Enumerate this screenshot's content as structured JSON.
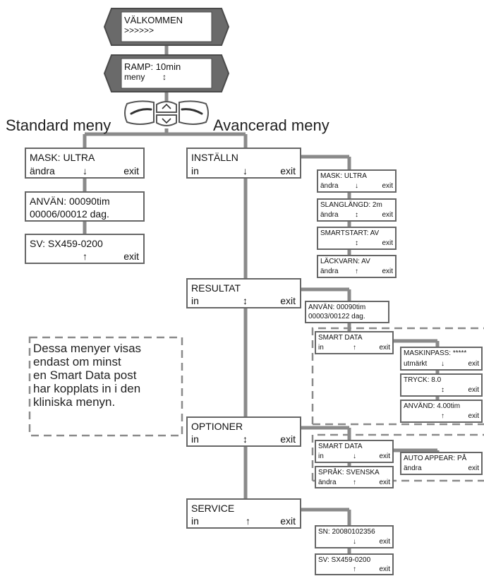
{
  "device": {
    "welcome": {
      "line1": "VÄLKOMMEN",
      "line2": ">>>>>>"
    },
    "ramp": {
      "line1": "RAMP: 10min",
      "line2_left": "meny",
      "line2_arrow": "↕"
    }
  },
  "headings": {
    "standard": "Standard meny",
    "advanced": "Avancerad meny"
  },
  "standard_menu": [
    {
      "l1": "MASK: ULTRA",
      "l2a": "ändra",
      "l2b": "↓",
      "l2c": "exit"
    },
    {
      "l1": "ANVÄN: 00090tim",
      "l2a": "00006/00012 dag.",
      "l2b": "",
      "l2c": ""
    },
    {
      "l1": "SV: SX459-0200",
      "l2a": "",
      "l2b": "↑",
      "l2c": "exit"
    }
  ],
  "advanced_menu": [
    {
      "l1": "INSTÄLLN",
      "l2a": "in",
      "l2b": "↓",
      "l2c": "exit"
    },
    {
      "l1": "RESULTAT",
      "l2a": "in",
      "l2b": "↕",
      "l2c": "exit"
    },
    {
      "l1": "OPTIONER",
      "l2a": "in",
      "l2b": "↕",
      "l2c": "exit"
    },
    {
      "l1": "SERVICE",
      "l2a": "in",
      "l2b": "↑",
      "l2c": "exit"
    }
  ],
  "installn_sub": [
    {
      "l1": "MASK: ULTRA",
      "l2a": "ändra",
      "l2b": "↓",
      "l2c": "exit"
    },
    {
      "l1": "SLANGLÄNGD: 2m",
      "l2a": "ändra",
      "l2b": "↕",
      "l2c": "exit"
    },
    {
      "l1": "SMARTSTART: AV",
      "l2a": "",
      "l2b": "↕",
      "l2c": "exit"
    },
    {
      "l1": "LÄCKVARN: AV",
      "l2a": "ändra",
      "l2b": "↑",
      "l2c": "exit"
    }
  ],
  "resultat_sub": [
    {
      "l1": "ANVÄN: 00090tim",
      "l2a": "00003/00122 dag.",
      "l2b": "",
      "l2c": ""
    },
    {
      "l1": "SMART DATA",
      "l2a": "in",
      "l2b": "↑",
      "l2c": "exit"
    }
  ],
  "smartdata_sub": [
    {
      "l1": "MASKINPASS: *****",
      "l2a": "utmärkt",
      "l2b": "↓",
      "l2c": "exit"
    },
    {
      "l1": "TRYCK: 8.0",
      "l2a": "",
      "l2b": "↕",
      "l2c": "exit"
    },
    {
      "l1": "ANVÄND: 4.00tim",
      "l2a": "",
      "l2b": "↑",
      "l2c": "exit"
    }
  ],
  "optioner_sub": [
    {
      "l1": "SMART DATA",
      "l2a": "in",
      "l2b": "↓",
      "l2c": "exit"
    },
    {
      "l1": "SPRÅK: SVENSKA",
      "l2a": "ändra",
      "l2b": "↑",
      "l2c": "exit"
    }
  ],
  "auto_appear": {
    "l1": "AUTO APPEAR: PÅ",
    "l2a": "ändra",
    "l2b": "",
    "l2c": "exit"
  },
  "service_sub": [
    {
      "l1": "SN: 20080102356",
      "l2a": "",
      "l2b": "↓",
      "l2c": "exit"
    },
    {
      "l1": "SV: SX459-0200",
      "l2a": "",
      "l2b": "↑",
      "l2c": "exit"
    }
  ],
  "note": {
    "lines": [
      "Dessa menyer visas",
      "endast om minst",
      "en Smart Data post",
      "har kopplats in i den",
      "kliniska menyn."
    ]
  },
  "colors": {
    "connector": "#8a8a8a",
    "device_body": "#6a6a6a",
    "screen": "#ffffff",
    "dashed": "#8a8a8a"
  },
  "icons": [
    "left-soft-key-icon",
    "up-arrow-key-icon",
    "down-arrow-key-icon",
    "right-soft-key-icon"
  ]
}
